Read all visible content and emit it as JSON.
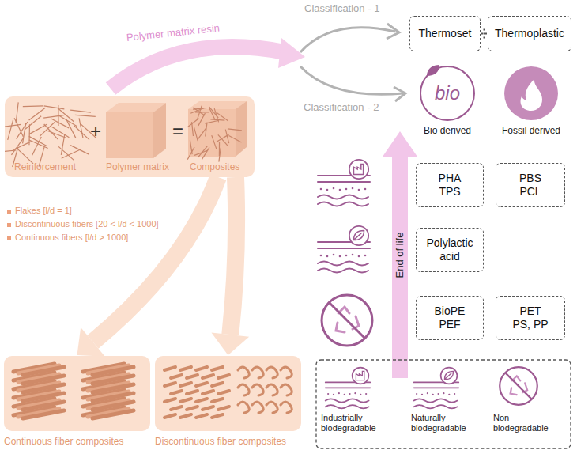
{
  "diagram": {
    "nodes": [
      {
        "text": [
          "Thermoset"
        ]
      },
      {
        "text": [
          "Thermoplastic"
        ]
      },
      {
        "text": [
          "Reinforcement",
          "+",
          "Polymer matrix",
          "=",
          "Composites"
        ]
      },
      {
        "text": [
          "PHA TPS"
        ]
      },
      {
        "text": [
          "PBS PCL"
        ]
      },
      {
        "text": [
          "Polylactic acid"
        ]
      },
      {
        "text": [
          "BioPE PEF"
        ]
      },
      {
        "text": [
          "PET PS, PP"
        ]
      },
      {
        "text": [
          "Continuous fiber composites"
        ]
      },
      {
        "text": [
          "Discontinuous fiber composites"
        ]
      }
    ],
    "edges": [
      {
        "from": 0,
        "to": 1,
        "arrow": "none"
      },
      {
        "from": 2,
        "to": 8,
        "arrow": "to"
      },
      {
        "from": 2,
        "to": 9,
        "arrow": "to"
      }
    ],
    "labels": [
      "Polymer matrix resin",
      "Classification - 1",
      "Classification - 2",
      "bio",
      "Bio derived",
      "Fossil derived",
      "End of life",
      "Flakes [l/d = 1]",
      "Discontinuous fibers [20 < l/d < 1000]",
      "Continuous fibers [l/d > 1000]"
    ],
    "legend": [
      {
        "text": "Industrially biodegradable"
      },
      {
        "text": "Naturally biodegradable"
      },
      {
        "text": "Non biodegradable"
      }
    ]
  }
}
